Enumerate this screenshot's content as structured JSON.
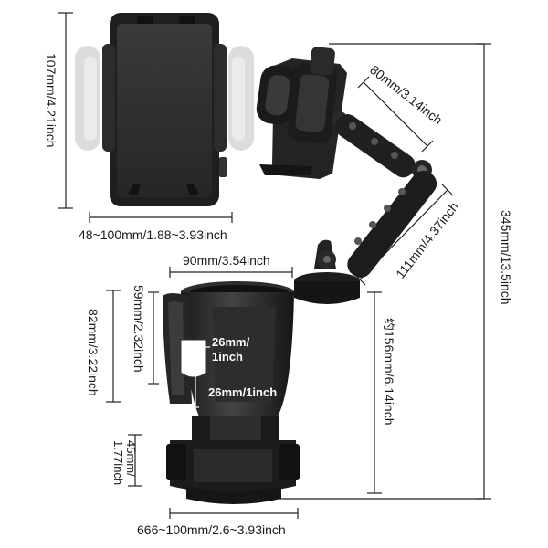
{
  "labels": {
    "phone_height": "107mm/4.21inch",
    "phone_width": "48~100mm/1.88~3.93inch",
    "clamp_depth": "80mm/3.14inch",
    "arm_length": "111mm/4.37inch",
    "total_height": "345mm/13.5inch",
    "cup_diameter": "90mm/3.54inch",
    "cup_depth": "59mm/2.32inch",
    "cup_height": "82mm/3.22inch",
    "slot_width": "26mm/\n1inch",
    "slot_depth": "26mm/1inch",
    "holder_height": "约156mm/6.14inch",
    "base_height": "45mm/\n1.77inch",
    "base_diameter": "666~100mm/2.6~3.93inch"
  },
  "colors": {
    "product": "#2a2a2a",
    "product_dark": "#161616",
    "product_light": "#4a4a4a",
    "ghost": "#d8d8d8",
    "line": "#222222"
  }
}
